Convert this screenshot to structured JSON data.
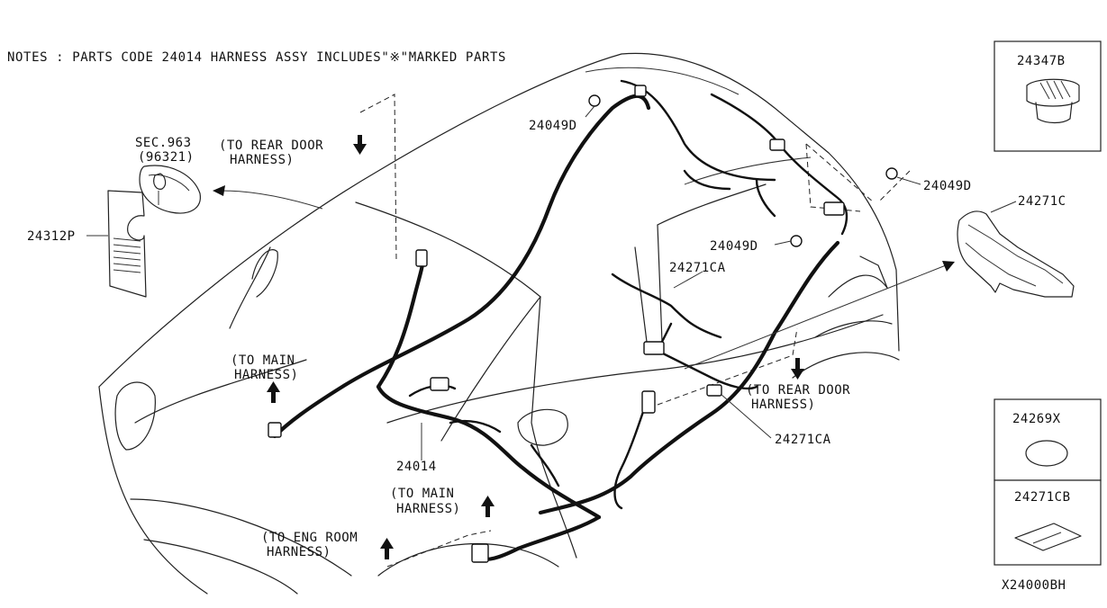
{
  "notes": "NOTES : PARTS CODE 24014 HARNESS ASSY INCLUDES\"※\"MARKED PARTS",
  "labels": {
    "sec963": "SEC.963",
    "sec963_sub": "(96321)",
    "to_rear_door_1": "(TO REAR DOOR",
    "to_rear_door_1b": "HARNESS)",
    "p24312p": "24312P",
    "p24049d_a": "24049D",
    "p24049d_b": "24049D",
    "p24049d_c": "24049D",
    "p24271ca_a": "24271CA",
    "p24271ca_b": "24271CA",
    "p24271c": "24271C",
    "to_main_1": "(TO MAIN",
    "to_main_1b": "HARNESS)",
    "p24014": "24014",
    "to_main_2": "(TO MAIN",
    "to_main_2b": "HARNESS)",
    "to_eng_room": "(TO ENG ROOM",
    "to_eng_room_b": "HARNESS)",
    "to_rear_door_2": "(TO REAR DOOR",
    "to_rear_door_2b": "HARNESS)"
  },
  "side_panels": {
    "top": {
      "part": "24347B"
    },
    "middle": {
      "part": "24269X"
    },
    "bottom": {
      "part": "24271CB"
    }
  },
  "figure_code": "X24000BH"
}
